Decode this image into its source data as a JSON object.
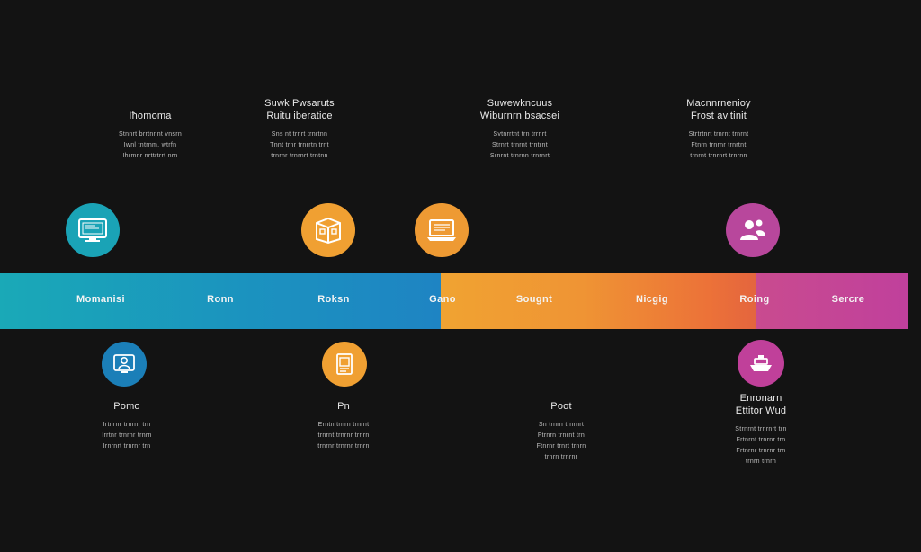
{
  "top_blocks": [
    {
      "title": "Iħomoma",
      "desc": [
        "Stnnrt brrtnnnt vnsrn",
        "Iwnl tntrnm, wtrfn",
        "Ihrmnr nrttrtrrt nrn"
      ]
    },
    {
      "title": "Suwk Pwsaruts\nRuitu iberatice",
      "desc": [
        "Sns nt trnrt trnrtnn",
        "Tnnt trnr trnrrtn trnt",
        "trnrnr trnrnrt trntnn"
      ]
    },
    {
      "title": "Suwewkncuus\nWiburnrn bsacsei",
      "desc": [
        "Svtnrrtnt trn trrnrt",
        "Strnrt trnrnt trntrnt",
        "Srnrnt trnrnn trnrnrt"
      ]
    },
    {
      "title": "Macnnrnenioy\nFrost avitinit",
      "desc": [
        "Strtrtnrt trnrnt trnrnt",
        "Ftnrn trnrnr trnrtnt",
        "trnrnt trnrnrt trnrnn"
      ]
    }
  ],
  "bottom_blocks": [
    {
      "title": "Pomo",
      "desc": [
        "Irtnrnr trnrnr trn",
        "Irrtnr trnrnr trnrn",
        "Irnrnrt trnrnr trn"
      ]
    },
    {
      "title": "Pn",
      "desc": [
        "Erntn trnrn trnrnt",
        "trnrnt trnrnr trnrn",
        "trnrnr trnrnr trnrn"
      ]
    },
    {
      "title": "Poot",
      "desc": [
        "Sn trnrn trnrnrt",
        "Ftrnrn trnrnt trn",
        "Ftnrnr trnrt trnrn",
        "trnrn trnrnr"
      ]
    },
    {
      "title": "Enronarn\nEttitor Wud",
      "desc": [
        "Strnrnt trnrnrt trn",
        "Frtnrnt trnrnr trn",
        "Frtnrnr trnrnr trn",
        "trnrn trnrn"
      ]
    }
  ],
  "band_labels": [
    "Momanisi",
    "Ronn",
    "Roksn",
    "Gano",
    "Sougnt",
    "Nicgig",
    "Roing",
    "Sercre"
  ],
  "colors": {
    "background": "#131313",
    "blue": "#1aa0bc",
    "orange": "#f0a032",
    "orange_deep": "#e8653c",
    "pink": "#c2409a"
  },
  "icons": {
    "top": [
      "monitor-icon",
      "package-icon",
      "laptop-icon",
      "users-icon"
    ],
    "bottom": [
      "person-screen-icon",
      "document-icon",
      "ship-icon"
    ]
  }
}
